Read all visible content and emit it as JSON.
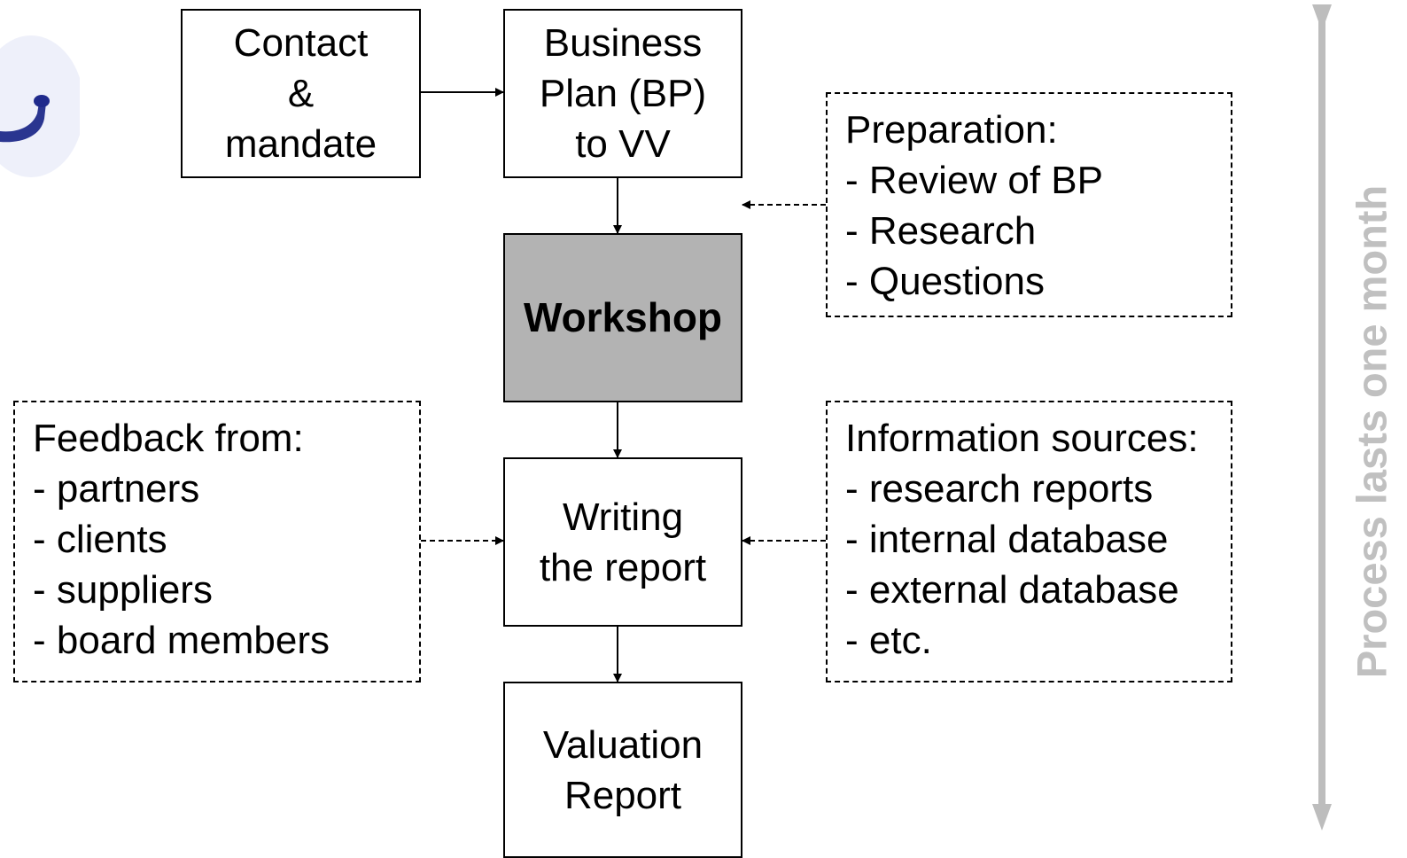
{
  "nodes": {
    "contact": [
      "Contact",
      "&",
      "mandate"
    ],
    "business_plan": [
      "Business",
      "Plan (BP)",
      "to VV"
    ],
    "workshop": [
      "Workshop"
    ],
    "writing": [
      "Writing",
      "the report"
    ],
    "valuation": [
      "Valuation",
      "Report"
    ]
  },
  "notes": {
    "preparation": {
      "title": "Preparation:",
      "items": [
        "- Review of BP",
        "- Research",
        "- Questions"
      ]
    },
    "feedback": {
      "title": "Feedback from:",
      "items": [
        "- partners",
        "- clients",
        "- suppliers",
        "- board members"
      ]
    },
    "sources": {
      "title": "Information sources:",
      "items": [
        "- research reports",
        "- internal database",
        "- external database",
        "- etc."
      ]
    }
  },
  "side_label": "Process lasts one month",
  "colors": {
    "workshop_fill": "#b3b3b3",
    "side_arrow": "#bdbdbd",
    "logo": "#1f2a8c"
  },
  "icons": {
    "logo": "logo-fragment-icon"
  }
}
